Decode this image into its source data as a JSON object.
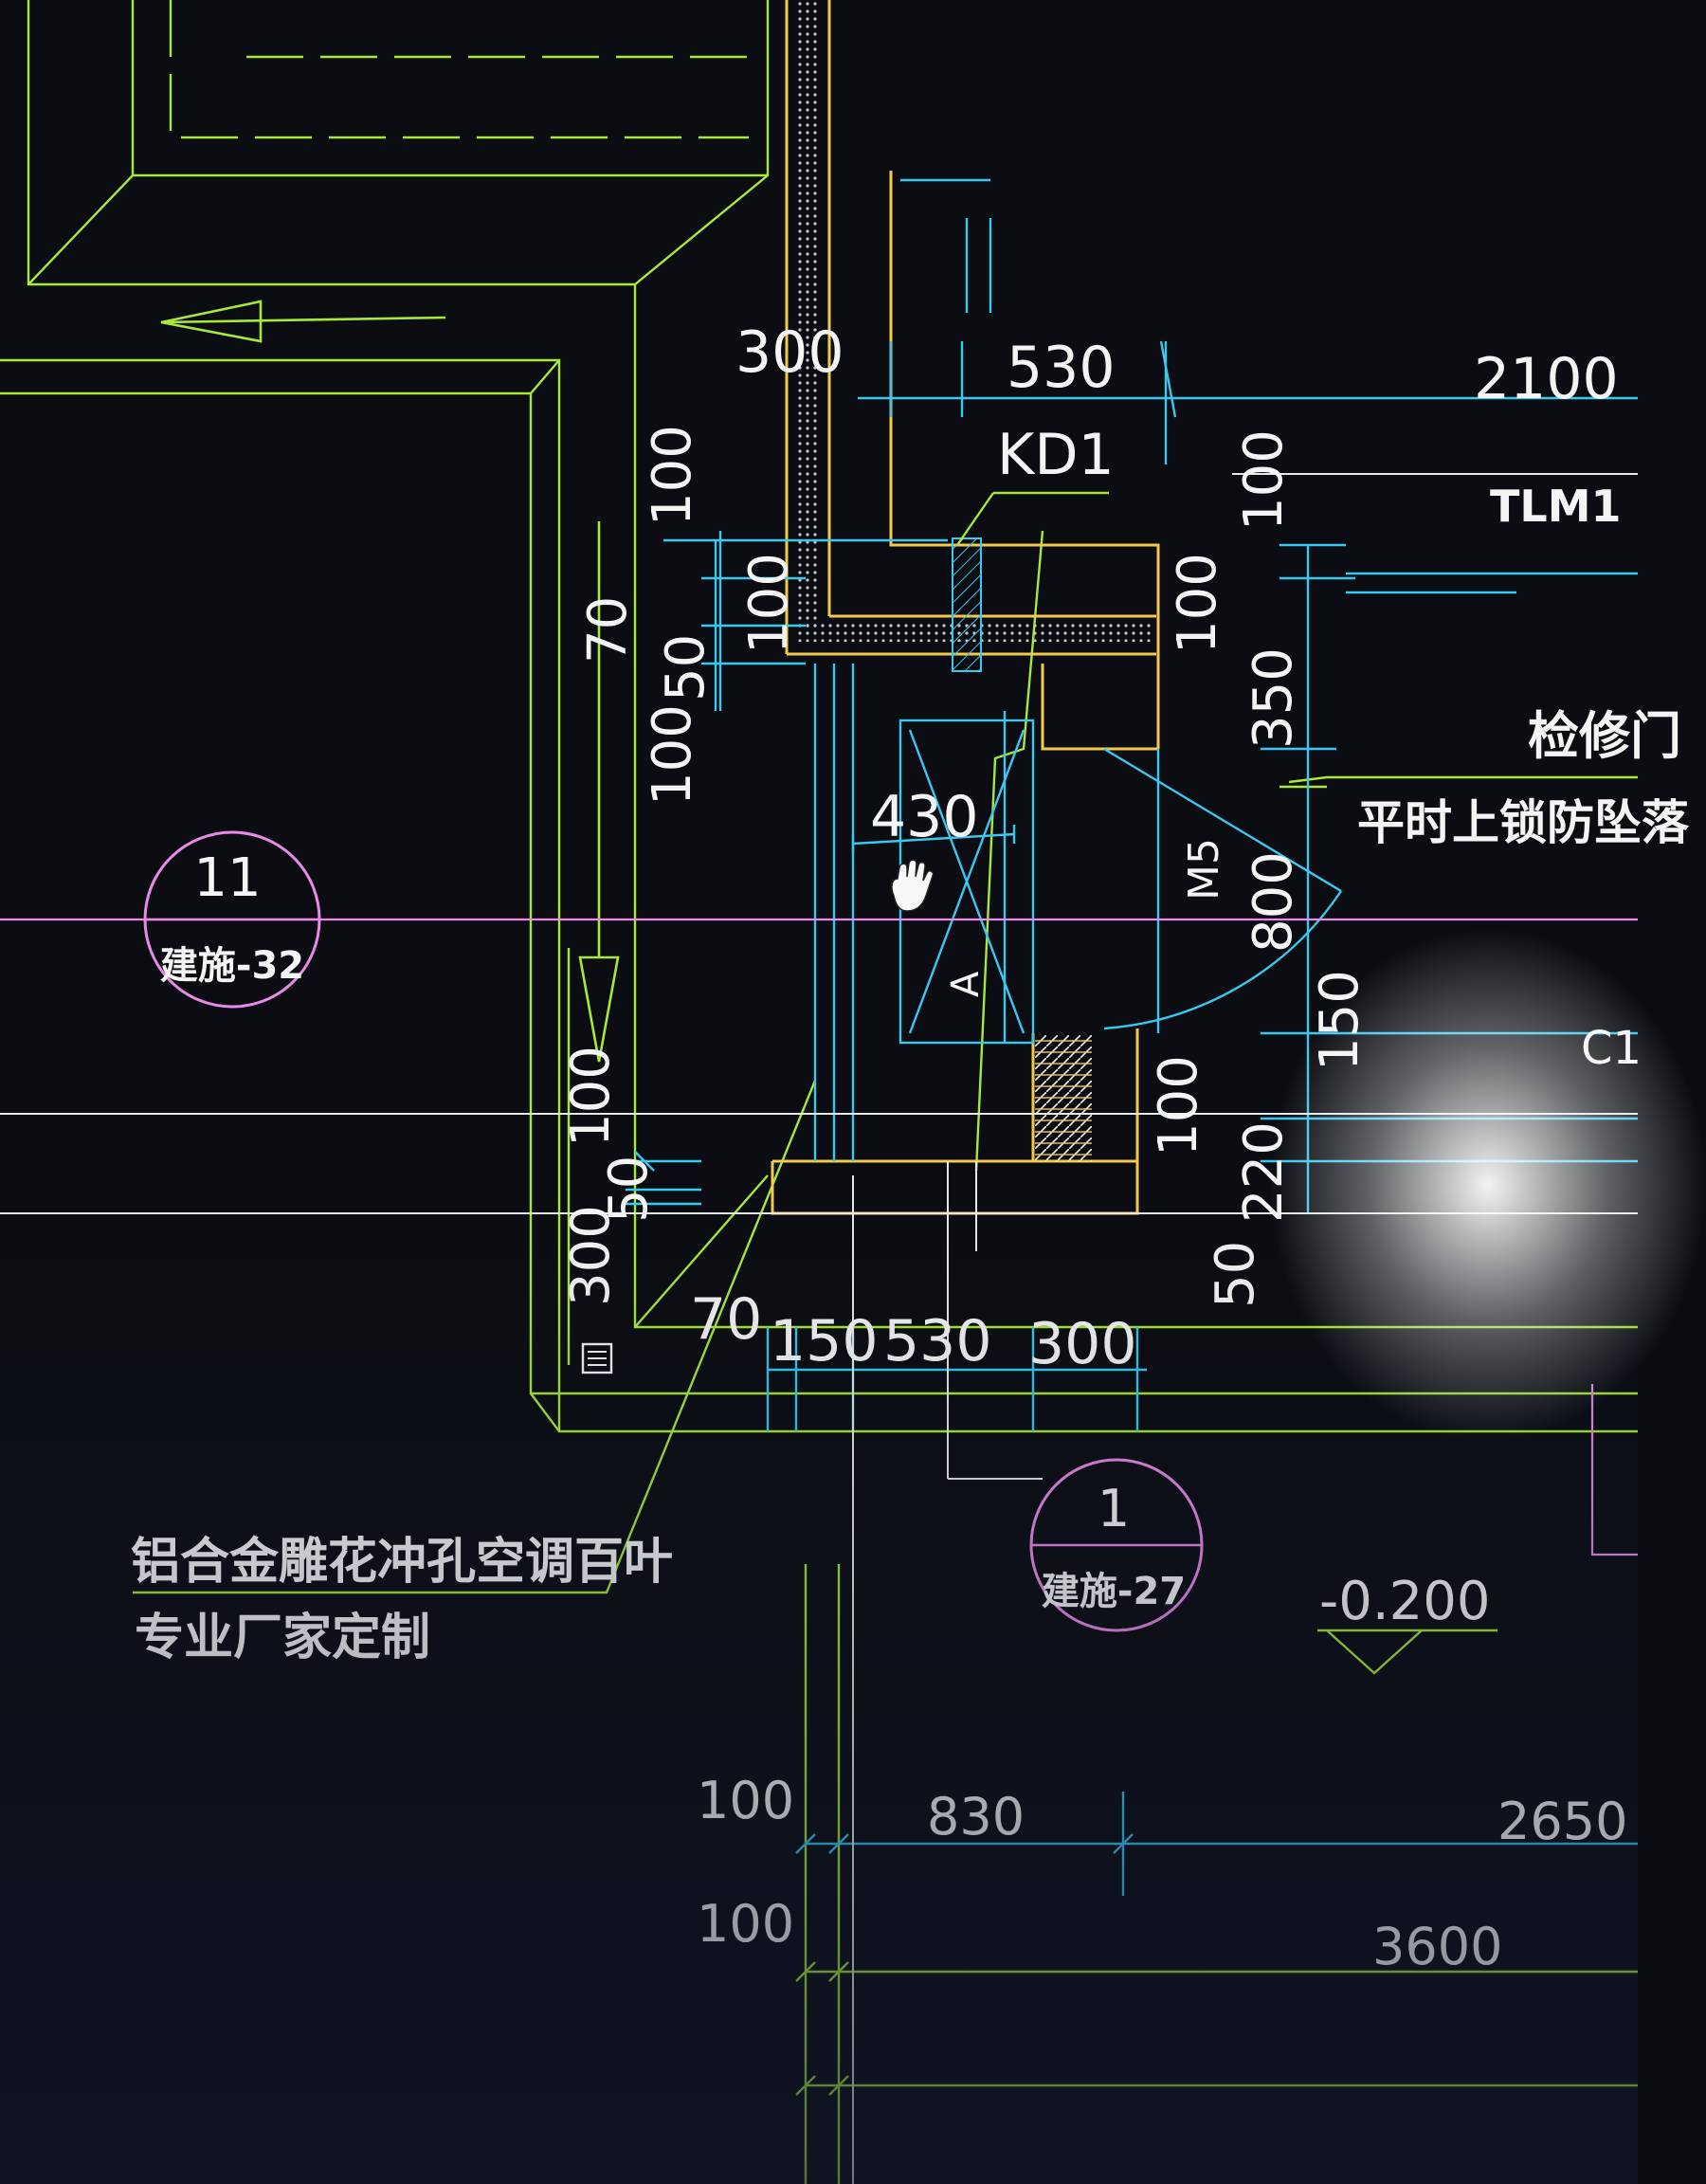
{
  "colors": {
    "background": "#0b0d12",
    "green": "#a8e83a",
    "yellow": "#f2c94c",
    "cyan": "#38c8f0",
    "magenta": "#e88ae8",
    "white": "#f4f4f4"
  },
  "dimensions": {
    "top_300": "300",
    "top_530": "530",
    "top_2100": "2100",
    "v_100_a": "100",
    "v_100_b": "100",
    "v_50": "50",
    "v_70": "70",
    "v_100_c": "100",
    "v_100_right_top": "100",
    "v_100_right_mid": "100",
    "v_350": "350",
    "v_800": "800",
    "v_150": "150",
    "v_100_right_low": "100",
    "v_220": "220",
    "v_50_right": "50",
    "v_100_left_low": "100",
    "v_300_left": "300",
    "v_50_left": "50",
    "h_430": "430",
    "h_70": "70",
    "h_150": "150",
    "h_530": "530",
    "h_300": "300",
    "bottom_100_a": "100",
    "bottom_100_b": "100",
    "bottom_830": "830",
    "bottom_2650": "2650",
    "bottom_3600": "3600"
  },
  "labels": {
    "kd1": "KD1",
    "tlm1": "TLM1",
    "m5": "M5",
    "a_mark": "A",
    "access_door": "检修门",
    "lock_note": "平时上锁防坠落",
    "c_label": "C1",
    "louver_note_line1": "铝合金雕花冲孔空调百叶",
    "louver_note_line2": "专业厂家定制",
    "elevation": "-0.200"
  },
  "detail_marks": [
    {
      "number": "11",
      "sheet": "建施-32"
    },
    {
      "number": "1",
      "sheet": "建施-27"
    }
  ],
  "icons": {
    "cursor": "hand-cursor-icon",
    "grip": "grip-icon"
  }
}
